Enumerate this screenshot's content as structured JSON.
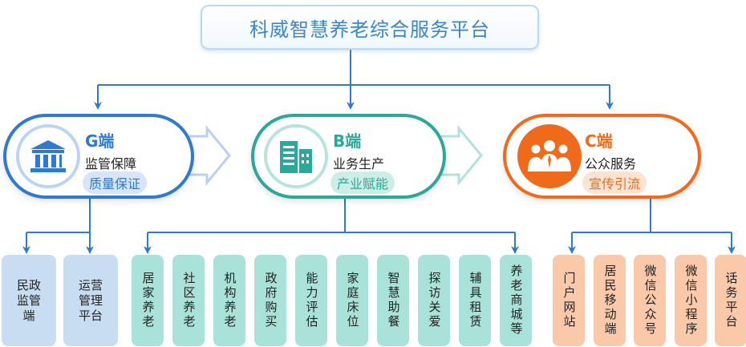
{
  "title": "科威智慧养老综合服务平台",
  "colors": {
    "g": "#2e7ad0",
    "b": "#2aa89a",
    "c": "#f06a1b"
  },
  "sections": {
    "g": {
      "title": "G端",
      "subtitle": "监管保障",
      "tag": "质量保证",
      "icon": "government-building-icon",
      "children": [
        "民政\n监管\n端",
        "运营\n管理\n平台"
      ]
    },
    "b": {
      "title": "B端",
      "subtitle": "业务生产",
      "tag": "产业赋能",
      "icon": "buildings-icon",
      "children": [
        "居家养老",
        "社区养老",
        "机构养老",
        "政府购买",
        "能力评估",
        "家庭床位",
        "智慧助餐",
        "探访关爱",
        "辅具租赁",
        "养老商城等"
      ]
    },
    "c": {
      "title": "C端",
      "subtitle": "公众服务",
      "tag": "宣传引流",
      "icon": "people-group-icon",
      "children": [
        "门户网站",
        "居民移动端",
        "微信公众号",
        "微信小程序",
        "话务平台"
      ]
    }
  }
}
